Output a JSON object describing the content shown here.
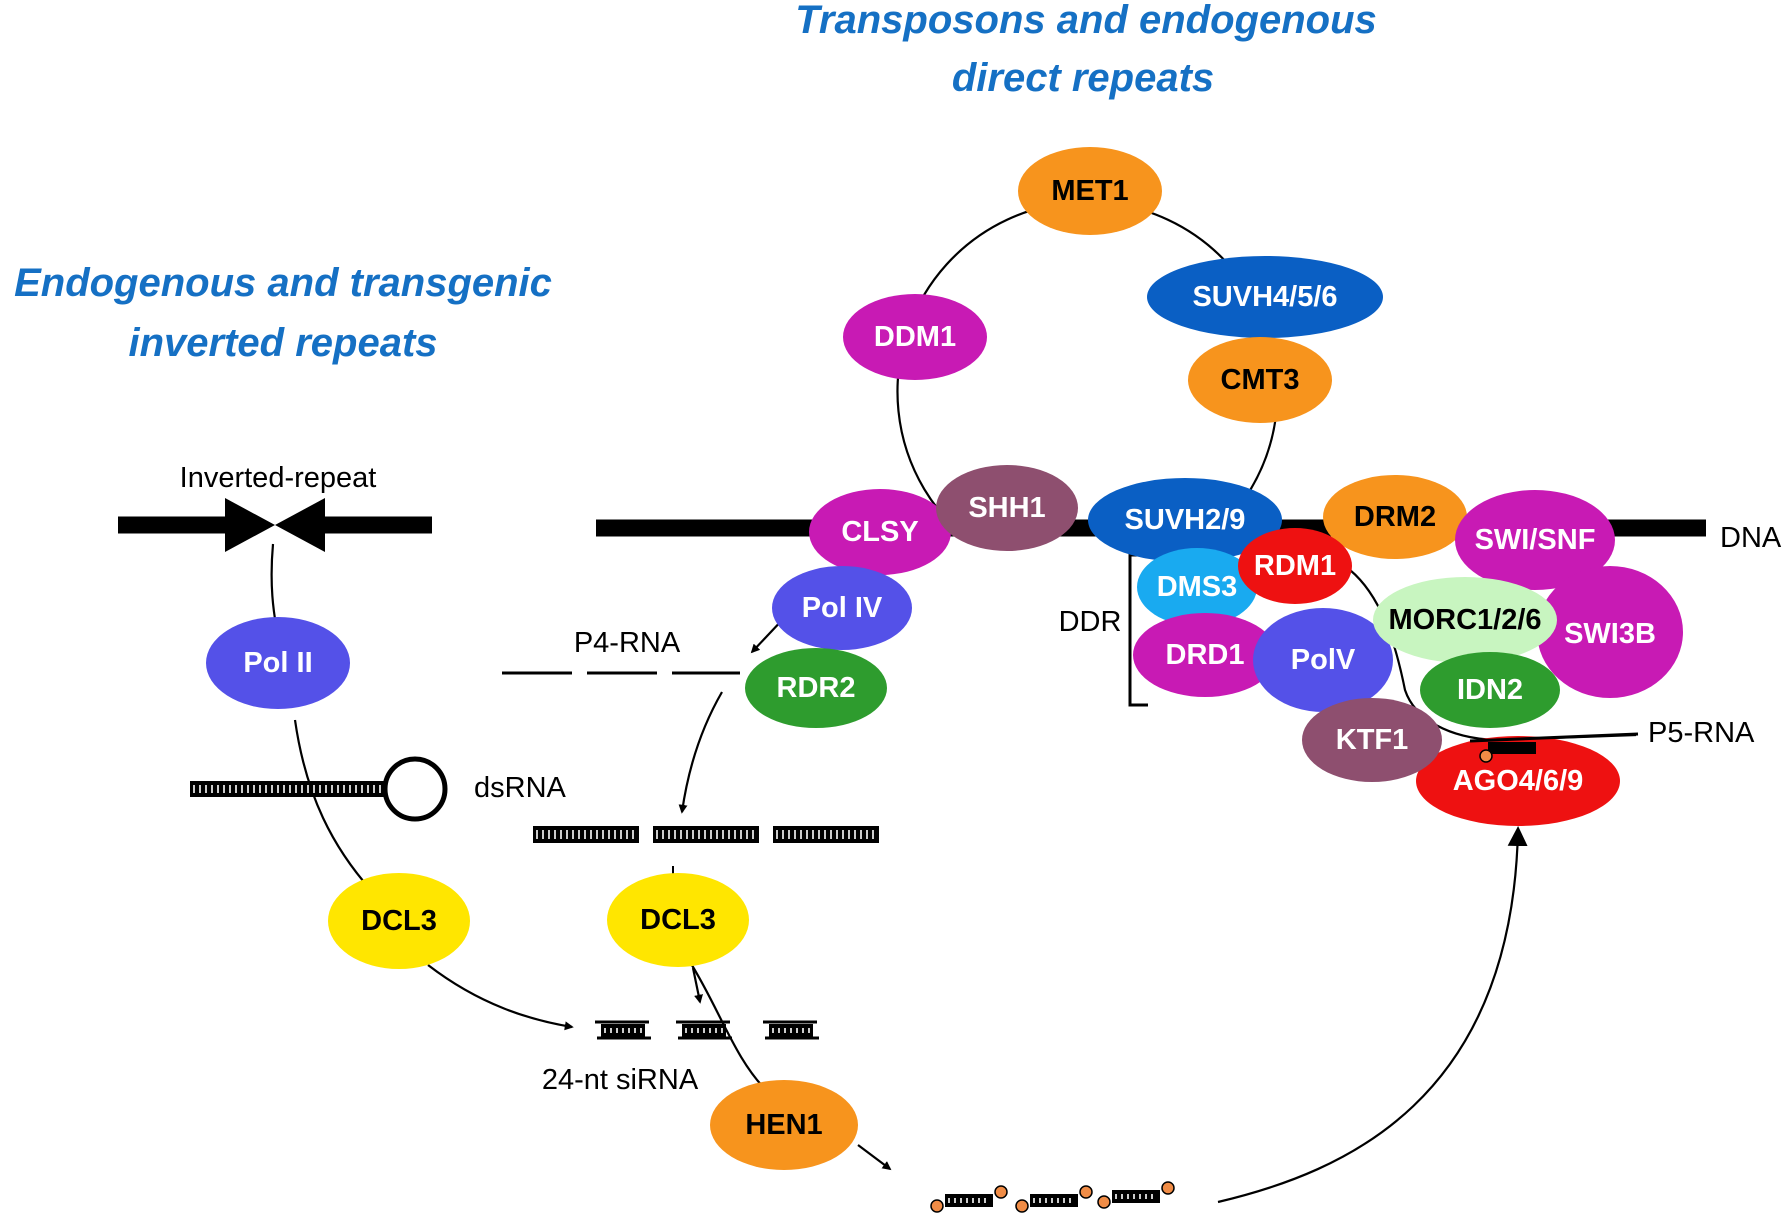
{
  "headings": {
    "left": [
      "Endogenous and transgenic",
      "inverted repeats"
    ],
    "right": [
      "Transposons and endogenous",
      "direct repeats"
    ]
  },
  "labels": {
    "inverted_repeat": "Inverted-repeat",
    "dsrna": "dsRNA",
    "p4_rna": "P4-RNA",
    "sirna": "24-nt siRNA",
    "dna": "DNA",
    "ddr": "DDR",
    "p5_rna": "P5-RNA"
  },
  "colors": {
    "heading": "#1570c4",
    "orange": "#f7941d",
    "magenta": "#c81ab4",
    "navy": "#0a5fc4",
    "mauve": "#8e4f6f",
    "blue_violet": "#5451e8",
    "green": "#2e9c2e",
    "red": "#ee1111",
    "cyan": "#19aaf0",
    "light_green": "#c8f5c0",
    "yellow": "#ffe600"
  },
  "proteins": {
    "pol_ii": {
      "label": "Pol II",
      "color": "#5451e8",
      "text_color": "#ffffff"
    },
    "dcl3_left": {
      "label": "DCL3",
      "color": "#ffe600",
      "text_color": "#000000"
    },
    "met1": {
      "label": "MET1",
      "color": "#f7941d",
      "text_color": "#000000"
    },
    "ddm1": {
      "label": "DDM1",
      "color": "#c81ab4",
      "text_color": "#ffffff"
    },
    "suvh456": {
      "label": "SUVH4/5/6",
      "color": "#0a5fc4",
      "text_color": "#ffffff"
    },
    "cmt3": {
      "label": "CMT3",
      "color": "#f7941d",
      "text_color": "#000000"
    },
    "shh1": {
      "label": "SHH1",
      "color": "#8e4f6f",
      "text_color": "#ffffff"
    },
    "clsy": {
      "label": "CLSY",
      "color": "#c81ab4",
      "text_color": "#ffffff"
    },
    "pol_iv": {
      "label": "Pol IV",
      "color": "#5451e8",
      "text_color": "#ffffff"
    },
    "rdr2": {
      "label": "RDR2",
      "color": "#2e9c2e",
      "text_color": "#ffffff"
    },
    "dcl3_mid": {
      "label": "DCL3",
      "color": "#ffe600",
      "text_color": "#000000"
    },
    "hen1": {
      "label": "HEN1",
      "color": "#f7941d",
      "text_color": "#000000"
    },
    "suvh29": {
      "label": "SUVH2/9",
      "color": "#0a5fc4",
      "text_color": "#ffffff"
    },
    "drm2": {
      "label": "DRM2",
      "color": "#f7941d",
      "text_color": "#000000"
    },
    "swi_snf": {
      "label": "SWI/SNF",
      "color": "#c81ab4",
      "text_color": "#ffffff"
    },
    "swi3b": {
      "label": "SWI3B",
      "color": "#c81ab4",
      "text_color": "#ffffff"
    },
    "dms3": {
      "label": "DMS3",
      "color": "#19aaf0",
      "text_color": "#ffffff"
    },
    "rdm1": {
      "label": "RDM1",
      "color": "#ee1111",
      "text_color": "#ffffff"
    },
    "drd1": {
      "label": "DRD1",
      "color": "#c81ab4",
      "text_color": "#ffffff"
    },
    "polv": {
      "label": "PolV",
      "color": "#5451e8",
      "text_color": "#ffffff"
    },
    "morc": {
      "label": "MORC1/2/6",
      "color": "#c8f5c0",
      "text_color": "#000000"
    },
    "idn2": {
      "label": "IDN2",
      "color": "#2e9c2e",
      "text_color": "#ffffff"
    },
    "ktf1": {
      "label": "KTF1",
      "color": "#8e4f6f",
      "text_color": "#ffffff"
    },
    "ago469": {
      "label": "AGO4/6/9",
      "color": "#ee1111",
      "text_color": "#ffffff"
    }
  }
}
